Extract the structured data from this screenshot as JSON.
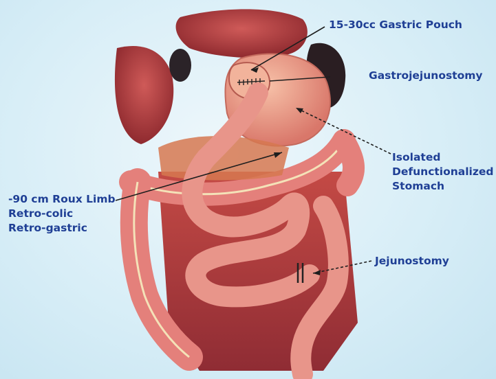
{
  "labels": {
    "gastric_pouch": "15-30cc Gastric Pouch",
    "gastrojejunostomy": "Gastrojejunostomy",
    "isolated_stomach": [
      "Isolated",
      "Defunctionalized",
      "Stomach"
    ],
    "roux_limb": [
      "-90 cm Roux Limb",
      "Retro-colic",
      "Retro-gastric"
    ],
    "jejunostomy": "Jejunostomy"
  },
  "colors": {
    "label_text": "#1f3f95",
    "background": "#d8eef7",
    "intestine": "#e8958a",
    "colon": "#e4807b",
    "liver": "#a8373b",
    "spleen": "#2a1e22",
    "mesentery": "#b33a3a"
  }
}
